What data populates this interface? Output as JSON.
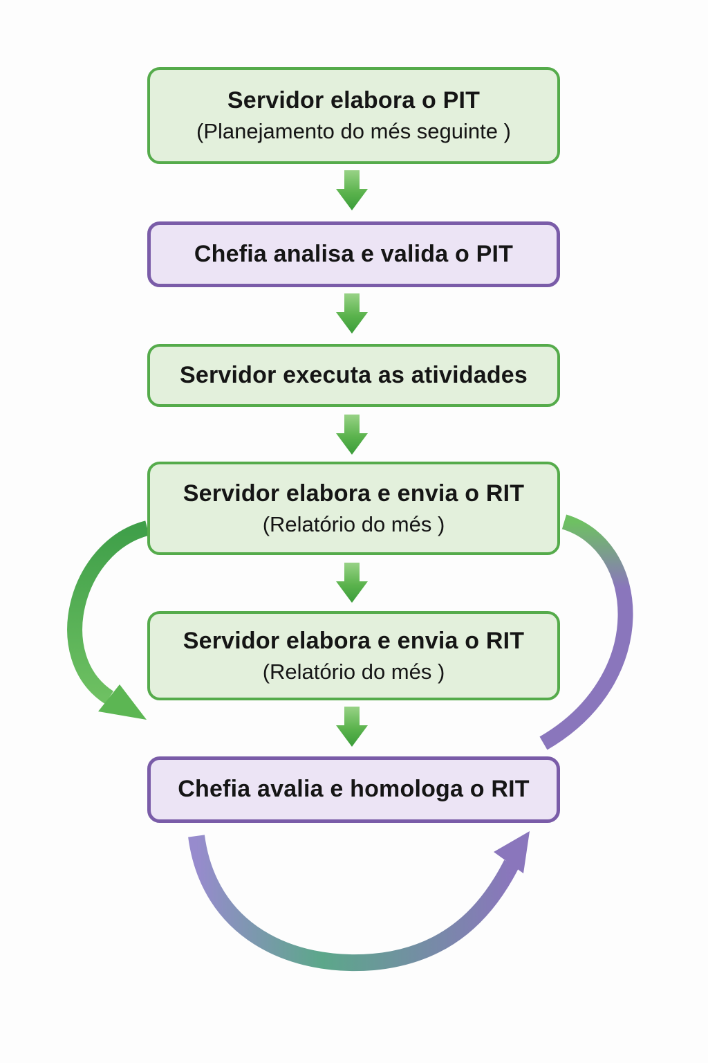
{
  "canvas": {
    "background": "#fdfdfd"
  },
  "colors": {
    "bg": "#fdfdfd",
    "text": "#151515",
    "green_fill": "#e3f0dc",
    "green_border": "#55ab4b",
    "purple_fill": "#ece4f5",
    "purple_border": "#7a5ca8",
    "arrow_light_green": "#98d286",
    "arrow_mid_green": "#5bb34d",
    "arrow_dark_green": "#3a9c39",
    "arc_green_dark": "#3f9f49",
    "arc_green_light": "#6ec062",
    "arc_green_head": "#5cb653",
    "arc_purple_light": "#978bcd",
    "arc_purple": "#8a76bc",
    "arc_teal": "#5ca78a"
  },
  "nodes": [
    {
      "id": "pit",
      "type": "green",
      "title": "Servidor elabora o PIT",
      "subtitle": "(Planejamento do més seguinte )"
    },
    {
      "id": "valida-pit",
      "type": "purple",
      "title": "Chefia analisa e valida o PIT"
    },
    {
      "id": "executa",
      "type": "green",
      "title": "Servidor executa as atividades"
    },
    {
      "id": "rit-1",
      "type": "green",
      "title": "Servidor elabora e envia o RIT",
      "subtitle": "(Relatório do més )"
    },
    {
      "id": "rit-2",
      "type": "green",
      "title": "Servidor elabora e envia o RIT",
      "subtitle": "(Relatório do més )"
    },
    {
      "id": "homologa-rit",
      "type": "purple",
      "title": "Chefia avalia e homologa o RIT"
    }
  ],
  "connectors": {
    "straight_arrows": 5,
    "loops": [
      "left-green-loop",
      "right-green-to-purple-loop",
      "bottom-purple-teal-loop"
    ]
  }
}
